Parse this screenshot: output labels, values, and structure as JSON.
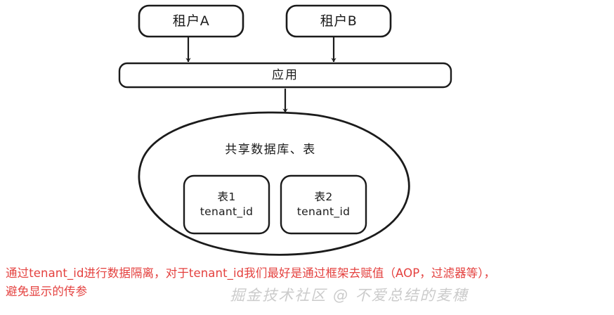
{
  "diagram": {
    "type": "multi-tenant-shared-database-architecture",
    "background_color": "#ffffff",
    "stroke_color": "#1b1b1b",
    "caption_color": "#e4413f",
    "watermark_color": "#c9c9c9",
    "nodes": {
      "tenant_a": {
        "label": "租户A"
      },
      "tenant_b": {
        "label": "租户B"
      },
      "application": {
        "label": "应用"
      },
      "shared_db": {
        "label": "共享数据库、表"
      },
      "table1": {
        "label": "表1\ntenant_id"
      },
      "table2": {
        "label": "表2\ntenant_id"
      }
    },
    "edges": [
      {
        "from": "租户A",
        "to": "应用"
      },
      {
        "from": "租户B",
        "to": "应用"
      },
      {
        "from": "应用",
        "to": "共享数据库、表"
      }
    ]
  },
  "caption": {
    "line1": "通过tenant_id进行数据隔离，对于tenant_id我们最好是通过框架去赋值（AOP，过滤器等），",
    "line2": "避免显示的传参"
  },
  "watermark": {
    "text": "掘金技术社区 @ 不爱总结的麦穗"
  }
}
